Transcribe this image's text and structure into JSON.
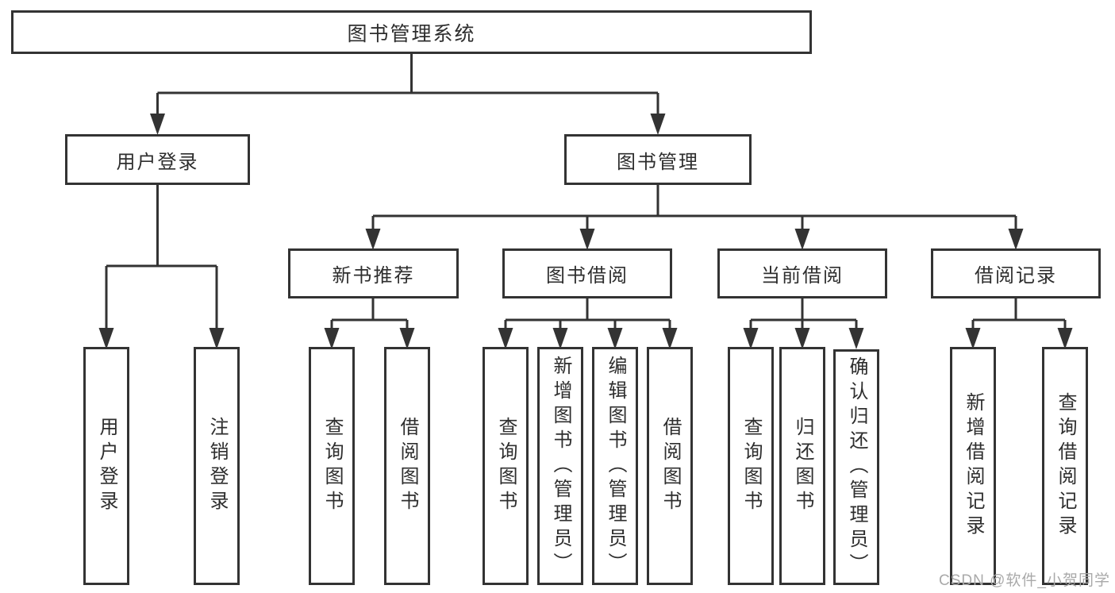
{
  "diagram": {
    "root": {
      "label": "图书管理系统"
    },
    "level2": [
      {
        "id": "user-login",
        "label": "用户登录"
      },
      {
        "id": "book-management",
        "label": "图书管理"
      }
    ],
    "level3": [
      {
        "id": "new-book-recommend",
        "label": "新书推荐"
      },
      {
        "id": "book-borrow",
        "label": "图书借阅"
      },
      {
        "id": "current-borrow",
        "label": "当前借阅"
      },
      {
        "id": "borrow-records",
        "label": "借阅记录"
      }
    ],
    "leaves": [
      {
        "id": "user-login",
        "label": "用户登录"
      },
      {
        "id": "logout",
        "label": "注销登录"
      },
      {
        "id": "query-books-recommend",
        "label": "查询图书"
      },
      {
        "id": "borrow-books-recommend",
        "label": "借阅图书"
      },
      {
        "id": "query-books-borrow",
        "label": "查询图书"
      },
      {
        "id": "add-books-admin",
        "label": "新增图书（管理员）"
      },
      {
        "id": "edit-books-admin",
        "label": "编辑图书（管理员）"
      },
      {
        "id": "borrow-books",
        "label": "借阅图书"
      },
      {
        "id": "query-books-current",
        "label": "查询图书"
      },
      {
        "id": "return-books",
        "label": "归还图书"
      },
      {
        "id": "confirm-return-admin",
        "label": "确认归还（管理员）"
      },
      {
        "id": "add-borrow-record",
        "label": "新增借阅记录"
      },
      {
        "id": "query-borrow-record",
        "label": "查询借阅记录"
      }
    ]
  },
  "watermark": {
    "text": "CSDN @软件_小贺同学"
  },
  "colors": {
    "line": "#333333",
    "box_border": "#333333",
    "text": "#2e2e2e",
    "watermark": "#a9a9a9",
    "background": "#ffffff"
  }
}
